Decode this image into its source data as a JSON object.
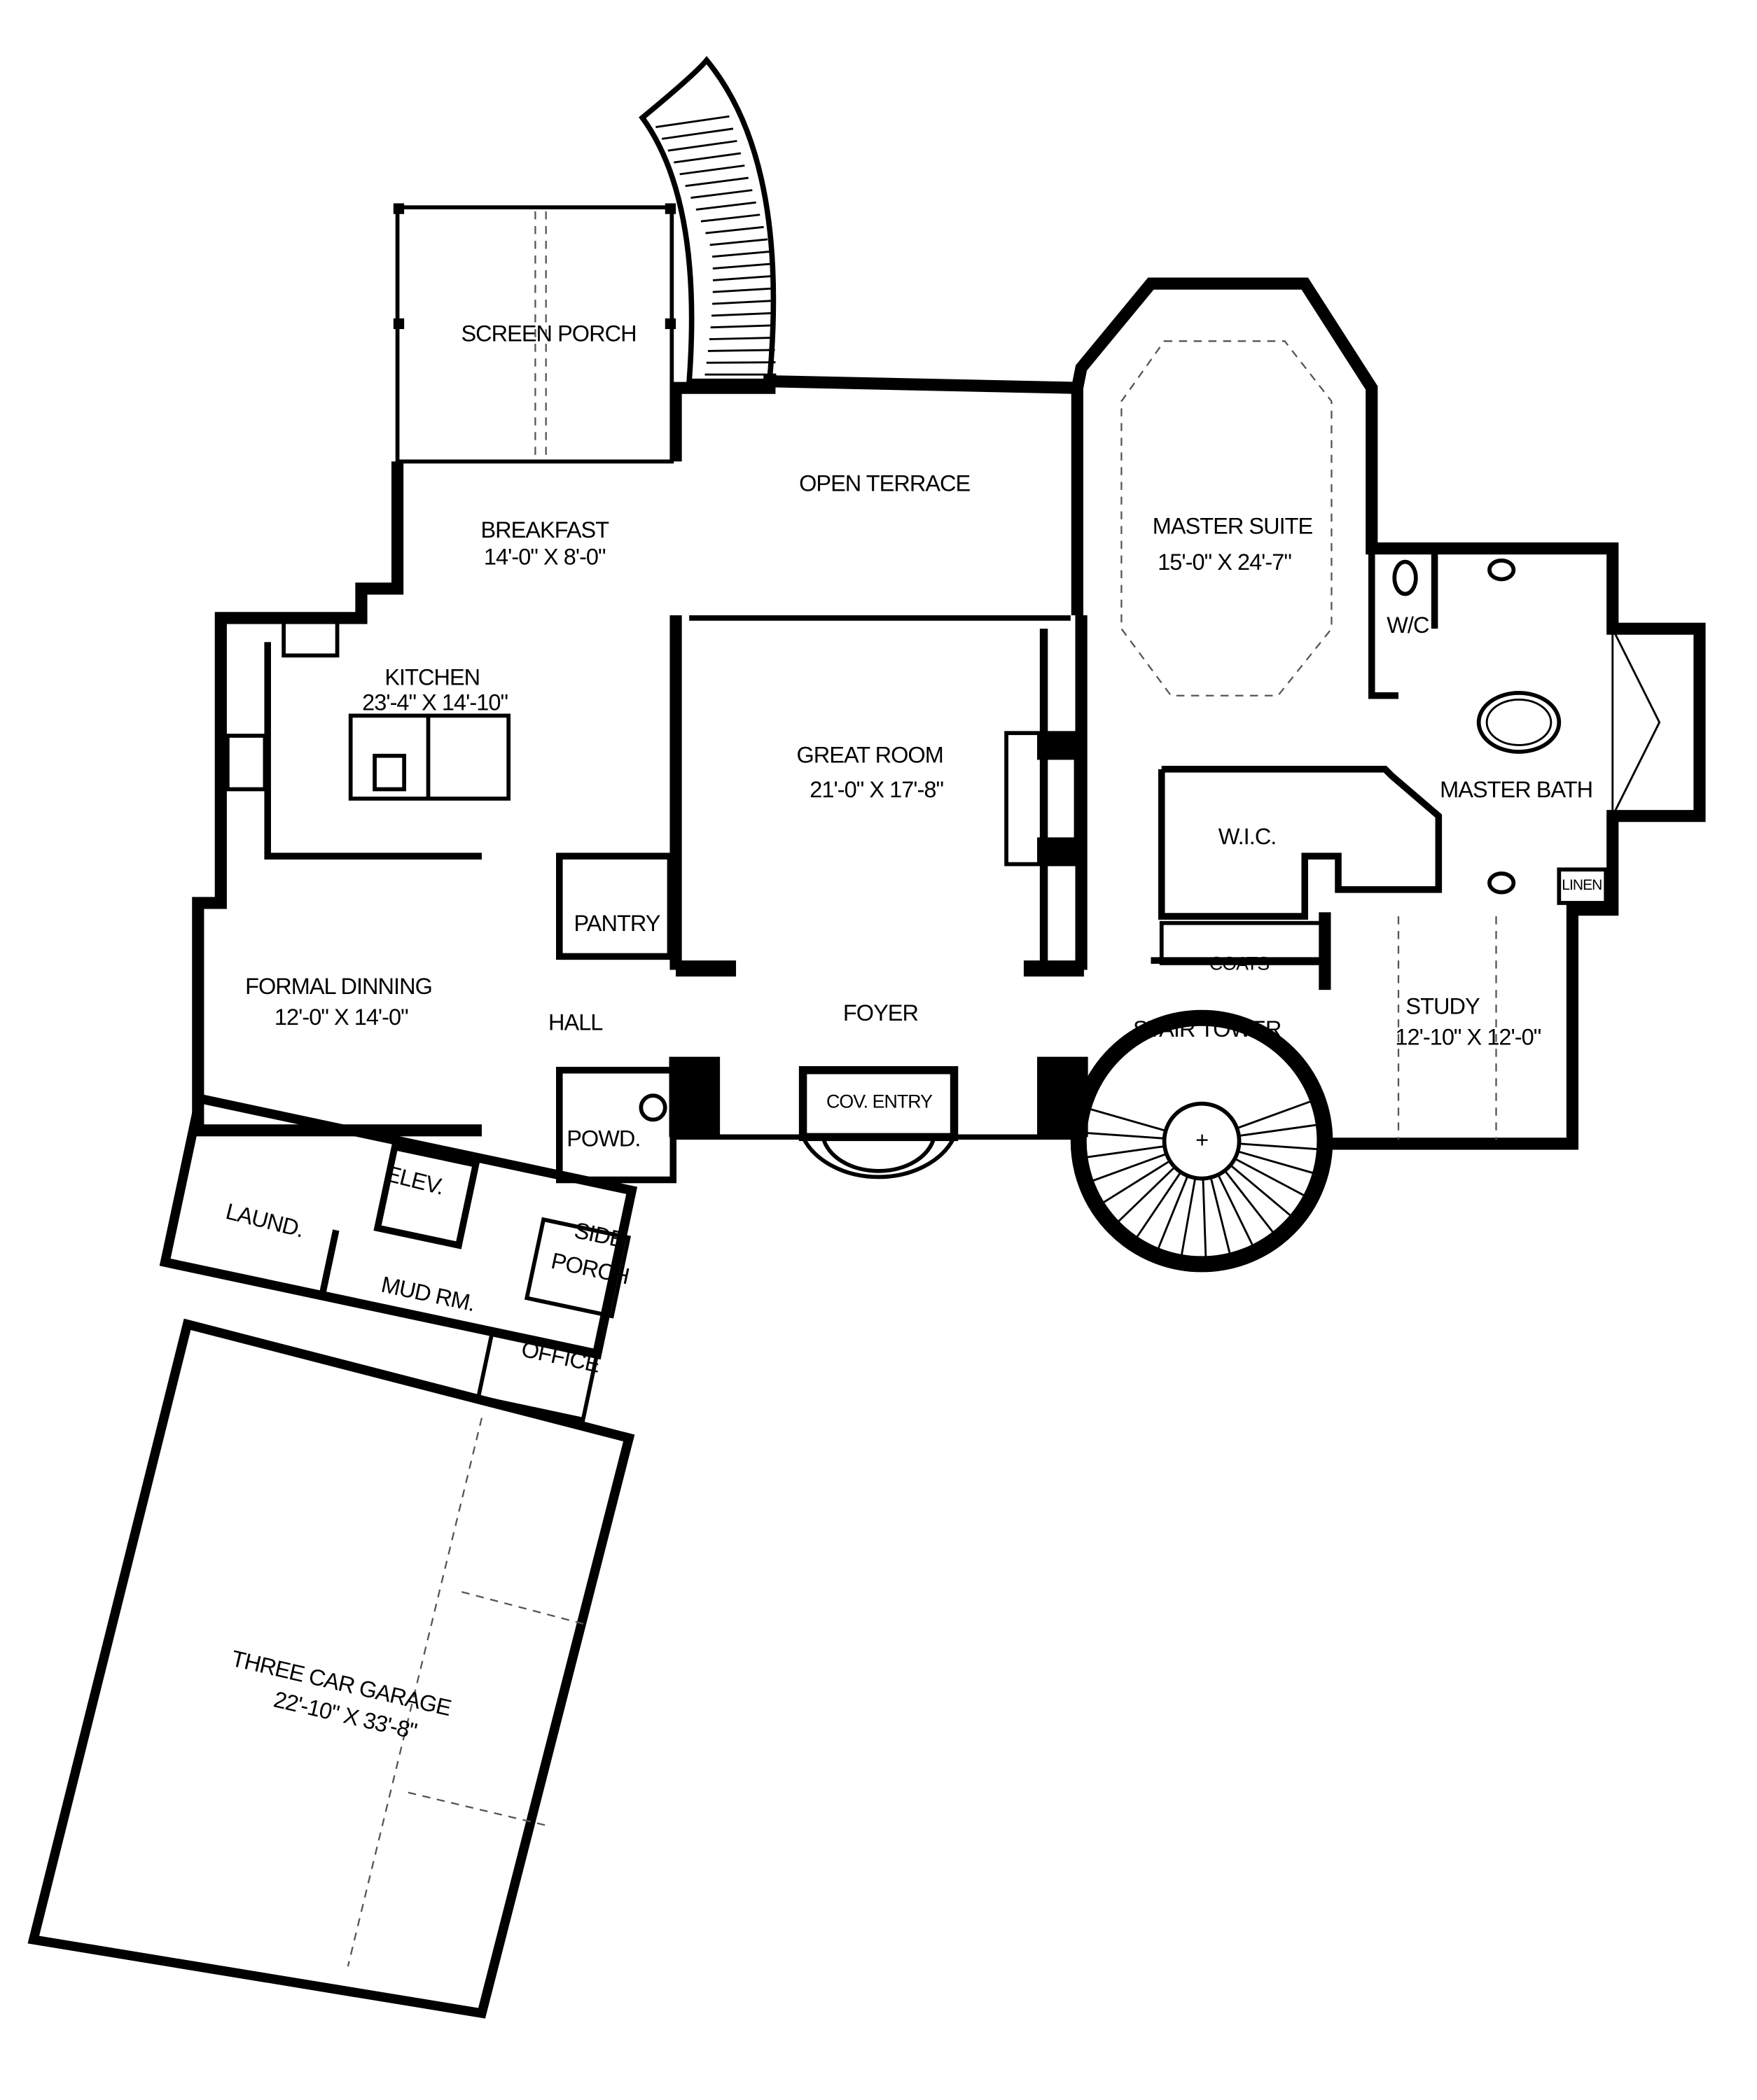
{
  "rooms": {
    "screen_porch": {
      "name": "SCREEN PORCH"
    },
    "open_terrace": {
      "name": "OPEN TERRACE"
    },
    "breakfast": {
      "name": "BREAKFAST",
      "size": "14'-0\" X 8'-0\""
    },
    "kitchen": {
      "name": "KITCHEN",
      "size": "23'-4\" X 14'-10\""
    },
    "great_room": {
      "name": "GREAT ROOM",
      "size": "21'-0\" X 17'-8\""
    },
    "master_suite": {
      "name": "MASTER SUITE",
      "size": "15'-0\" X 24'-7\""
    },
    "wc": {
      "name": "W/C"
    },
    "master_bath": {
      "name": "MASTER BATH"
    },
    "wic": {
      "name": "W.I.C."
    },
    "linen": {
      "name": "LINEN"
    },
    "pantry": {
      "name": "PANTRY"
    },
    "formal_dining": {
      "name": "FORMAL DINNING",
      "size": "12'-0\" X 14'-0\""
    },
    "hall": {
      "name": "HALL"
    },
    "foyer": {
      "name": "FOYER"
    },
    "coats": {
      "name": "COATS"
    },
    "stair_tower": {
      "name": "STAIR TOWER"
    },
    "study": {
      "name": "STUDY",
      "size": "12'-10\" X 12'-0\""
    },
    "cov_entry": {
      "name": "COV. ENTRY"
    },
    "powder": {
      "name": "POWD."
    },
    "laundry": {
      "name": "LAUND."
    },
    "elevator": {
      "name": "ELEV."
    },
    "side_porch": {
      "name": "SIDE",
      "name2": "PORCH"
    },
    "mud_room": {
      "name": "MUD RM."
    },
    "office": {
      "name": "OFFICE"
    },
    "garage": {
      "name": "THREE CAR GARAGE",
      "size": "22'-10\" X 33'-8\""
    }
  }
}
